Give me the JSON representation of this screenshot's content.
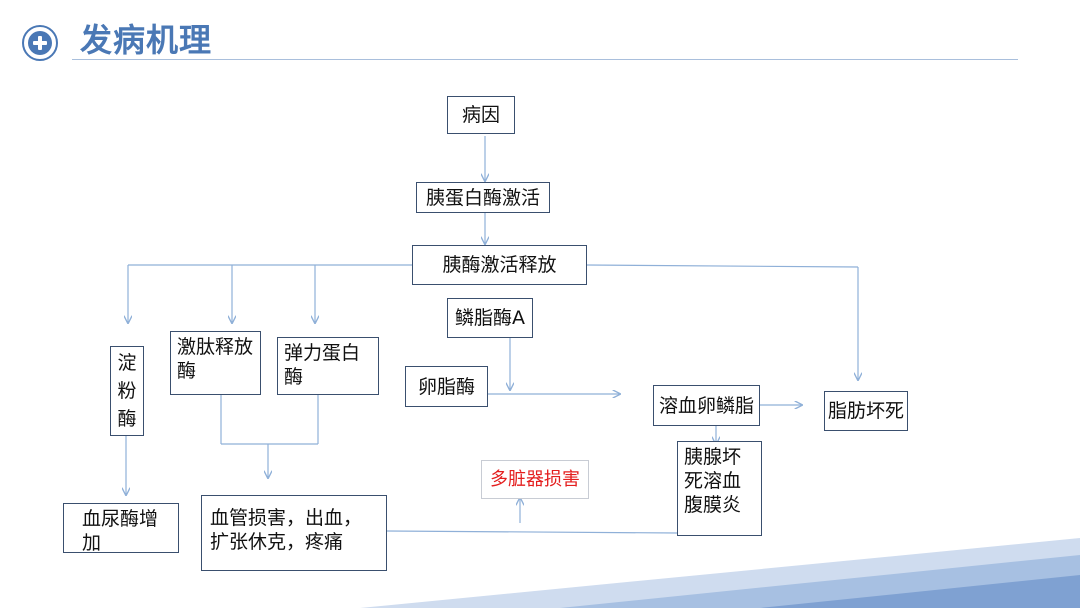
{
  "slide": {
    "title": "发病机理"
  },
  "diagram": {
    "nodes": {
      "cause": "病因",
      "trypsin_activation": "胰蛋白酶激活",
      "enzyme_release": "胰酶激活释放",
      "amylase": "淀粉酶",
      "kinin": "激肽释放酶",
      "elastase": "弹力蛋白酶",
      "phospholipase": "鳞脂酶A",
      "lecithin": "卵脂酶",
      "lysolecithin": "溶血卵鳞脂",
      "fat_necrosis": "脂肪坏死",
      "blood_urine": "血尿酶增加",
      "vascular_damage": "血管损害，出血，扩张休克，疼痛",
      "organ_damage": "多脏器损害",
      "pancreas_effects": "胰腺坏死溶血腹膜炎"
    }
  },
  "colors": {
    "accent": "#4a78b5",
    "connector": "#8fb0d8",
    "node_border": "#3a4f6e",
    "highlight_text": "#e41e1e"
  }
}
